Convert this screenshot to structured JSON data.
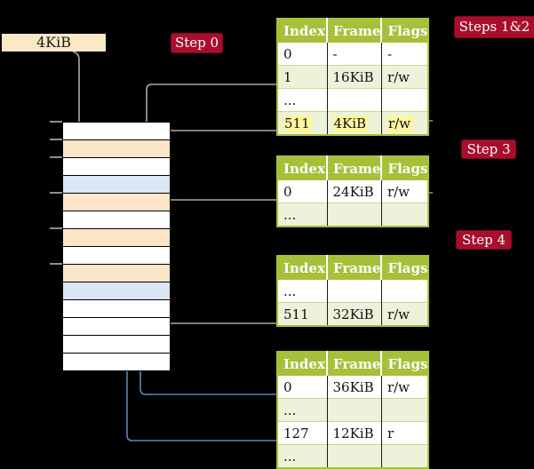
{
  "colors": {
    "background": "#000000",
    "crimson": "#a80e2c",
    "olive": "#a6c03a",
    "row-green": "#edf2db",
    "highlight-yellow": "#fdf6a0",
    "cream": "#fbe9c6",
    "peach": "#fce5c9",
    "page-blue": "#dae6f3",
    "arrow-gray": "#a9a9a9",
    "arrow-blue": "#5e84b5"
  },
  "frame_box": {
    "label": "4KiB"
  },
  "badges": {
    "step0": "Step 0",
    "steps12": "Steps 1&2",
    "step3": "Step 3",
    "step4": "Step 4"
  },
  "tables": [
    {
      "id": "steps-1-2",
      "headers": [
        "Index",
        "Frame",
        "Flags"
      ],
      "rows": [
        {
          "cells": [
            "0",
            "-",
            "-"
          ],
          "shaded": false,
          "highlighted": false
        },
        {
          "cells": [
            "1",
            "16KiB",
            "r/w"
          ],
          "shaded": true,
          "highlighted": false
        },
        {
          "cells": [
            "...",
            "",
            ""
          ],
          "shaded": false,
          "highlighted": false
        },
        {
          "cells": [
            "511",
            "4KiB",
            "r/w"
          ],
          "shaded": true,
          "highlighted": true
        }
      ]
    },
    {
      "id": "step-3",
      "headers": [
        "Index",
        "Frame",
        "Flags"
      ],
      "rows": [
        {
          "cells": [
            "0",
            "24KiB",
            "r/w"
          ],
          "shaded": false,
          "highlighted": false
        },
        {
          "cells": [
            "...",
            "",
            ""
          ],
          "shaded": true,
          "highlighted": false
        }
      ]
    },
    {
      "id": "step-4",
      "headers": [
        "Index",
        "Frame",
        "Flags"
      ],
      "rows": [
        {
          "cells": [
            "...",
            "",
            ""
          ],
          "shaded": false,
          "highlighted": false
        },
        {
          "cells": [
            "511",
            "32KiB",
            "r/w"
          ],
          "shaded": true,
          "highlighted": false
        }
      ]
    },
    {
      "id": "final-table",
      "headers": [
        "Index",
        "Frame",
        "Flags"
      ],
      "rows": [
        {
          "cells": [
            "0",
            "36KiB",
            "r/w"
          ],
          "shaded": false,
          "highlighted": false
        },
        {
          "cells": [
            "...",
            "",
            ""
          ],
          "shaded": true,
          "highlighted": false
        },
        {
          "cells": [
            "127",
            "12KiB",
            "r"
          ],
          "shaded": false,
          "highlighted": false
        },
        {
          "cells": [
            "...",
            "",
            ""
          ],
          "shaded": true,
          "highlighted": false
        }
      ]
    }
  ],
  "memory": {
    "rows": [
      "free",
      "tbl",
      "free",
      "pg",
      "tbl",
      "free",
      "tbl",
      "free",
      "tbl",
      "pg",
      "free",
      "free",
      "free",
      "free"
    ]
  }
}
